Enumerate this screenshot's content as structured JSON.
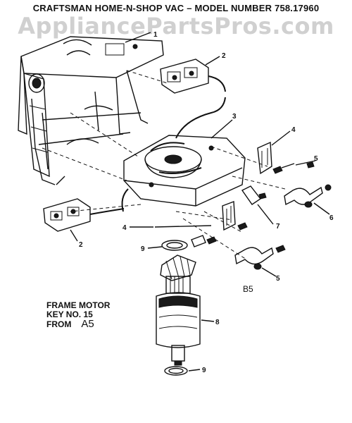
{
  "header": {
    "title": "CRAFTSMAN HOME-N-SHOP VAC – MODEL NUMBER 758.17960",
    "watermark": "AppliancePartsPros.com"
  },
  "note": {
    "line1": "FRAME MOTOR",
    "line2": "KEY NO. 15",
    "from_label": "FROM",
    "from_value": "A5"
  },
  "section_label": "B5",
  "callouts": {
    "c1": "1",
    "c2a": "2",
    "c2b": "2",
    "c3": "3",
    "c4a": "4",
    "c4b": "4",
    "c5a": "5",
    "c5b": "5",
    "c6": "6",
    "c7": "7",
    "c8": "8",
    "c9a": "9",
    "c9b": "9"
  }
}
